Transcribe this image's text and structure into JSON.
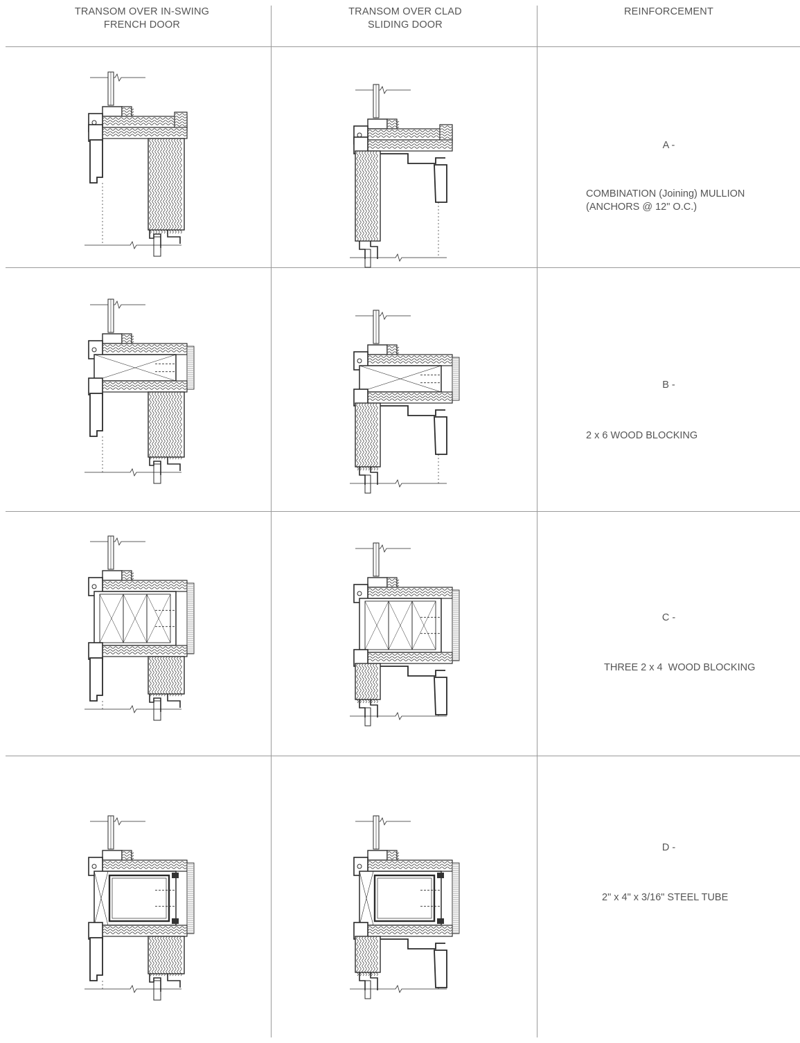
{
  "headers": {
    "col1": "TRANSOM OVER IN-SWING FRENCH DOOR",
    "col1_line1": "TRANSOM OVER IN-SWING",
    "col1_line2": "FRENCH DOOR",
    "col2_line1": "TRANSOM OVER CLAD",
    "col2_line2": "SLIDING DOOR",
    "col3": "REINFORCEMENT"
  },
  "rows": [
    {
      "letter": "A -",
      "desc_line1": "COMBINATION (Joining) MULLION",
      "desc_line2": "(ANCHORS @ 12\" O.C.)",
      "reinforcement": "none"
    },
    {
      "letter": "B -",
      "desc_line1": "2 x 6 WOOD BLOCKING",
      "desc_line2": "",
      "reinforcement": "one-block"
    },
    {
      "letter": "C -",
      "desc_line1": "THREE 2 x 4  WOOD BLOCKING",
      "desc_line2": "",
      "reinforcement": "three-blocks"
    },
    {
      "letter": "D -",
      "desc_line1": "2\" x 4\" x 3/16\" STEEL TUBE",
      "desc_line2": "",
      "reinforcement": "steel-tube"
    }
  ],
  "colors": {
    "line": "#2a2a2a",
    "grid": "#9a9a9a",
    "text": "#555555"
  }
}
